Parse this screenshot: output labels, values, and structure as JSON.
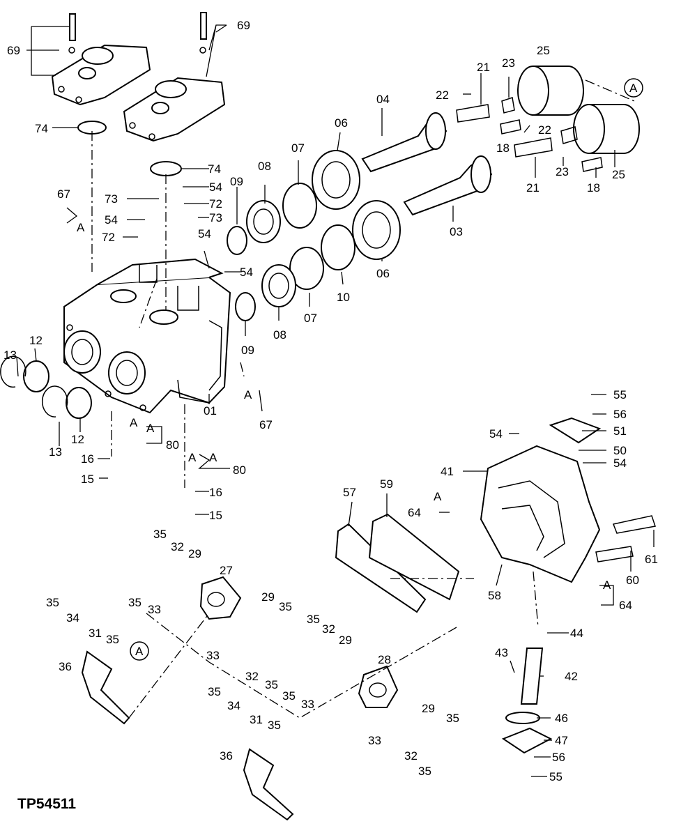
{
  "drawing": {
    "code": "TP54511",
    "callouts": {
      "c01": "01",
      "c03": "03",
      "c04": "04",
      "c06a": "06",
      "c06b": "06",
      "c07a": "07",
      "c07b": "07",
      "c08a": "08",
      "c08b": "08",
      "c09a": "09",
      "c09b": "09",
      "c10": "10",
      "c12a": "12",
      "c12b": "12",
      "c13a": "13",
      "c13b": "13",
      "c15a": "15",
      "c15b": "15",
      "c16a": "16",
      "c16b": "16",
      "c18a": "18",
      "c18b": "18",
      "c21a": "21",
      "c21b": "21",
      "c22a": "22",
      "c22b": "22",
      "c23a": "23",
      "c23b": "23",
      "c25a": "25",
      "c25b": "25",
      "c27": "27",
      "c28": "28",
      "c29a": "29",
      "c29b": "29",
      "c29c": "29",
      "c29d": "29",
      "c31a": "31",
      "c31b": "31",
      "c32a": "32",
      "c32b": "32",
      "c32c": "32",
      "c32d": "32",
      "c33a": "33",
      "c33b": "33",
      "c33c": "33",
      "c33d": "33",
      "c34a": "34",
      "c34b": "34",
      "c35a": "35",
      "c35b": "35",
      "c35c": "35",
      "c35d": "35",
      "c35e": "35",
      "c35f": "35",
      "c35g": "35",
      "c35h": "35",
      "c35i": "35",
      "c35j": "35",
      "c35k": "35",
      "c35l": "35",
      "c36a": "36",
      "c36b": "36",
      "c41": "41",
      "c42": "42",
      "c43": "43",
      "c44": "44",
      "c46": "46",
      "c47": "47",
      "c50": "50",
      "c51": "51",
      "c54a": "54",
      "c54b": "54",
      "c54c": "54",
      "c54d": "54",
      "c54e": "54",
      "c54f": "54",
      "c55a": "55",
      "c55b": "55",
      "c56a": "56",
      "c56b": "56",
      "c57": "57",
      "c58": "58",
      "c59": "59",
      "c60": "60",
      "c61": "61",
      "c64a": "64",
      "c64b": "64",
      "c67a": "67",
      "c67b": "67",
      "c69a": "69",
      "c69b": "69",
      "c72a": "72",
      "c72b": "72",
      "c73a": "73",
      "c73b": "73",
      "c74a": "74",
      "c74b": "74",
      "c80a": "80",
      "c80b": "80",
      "refA1": "A",
      "refA2": "A",
      "refA3": "A",
      "refA4": "A",
      "refA5": "A",
      "refA6": "A",
      "refA7": "A",
      "refA8": "A",
      "circA1": "A",
      "circA2": "A"
    }
  }
}
